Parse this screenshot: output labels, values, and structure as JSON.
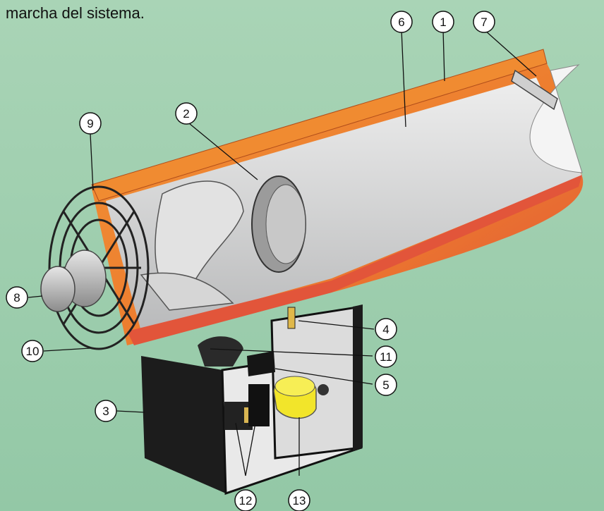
{
  "caption": "marcha del sistema.",
  "callouts": [
    {
      "id": "c1",
      "label": "1"
    },
    {
      "id": "c2",
      "label": "2"
    },
    {
      "id": "c3",
      "label": "3"
    },
    {
      "id": "c4",
      "label": "4"
    },
    {
      "id": "c5",
      "label": "5"
    },
    {
      "id": "c6",
      "label": "6"
    },
    {
      "id": "c7",
      "label": "7"
    },
    {
      "id": "c8",
      "label": "8"
    },
    {
      "id": "c9",
      "label": "9"
    },
    {
      "id": "c10",
      "label": "10"
    },
    {
      "id": "c11",
      "label": "11"
    },
    {
      "id": "c12",
      "label": "12"
    },
    {
      "id": "c13",
      "label": "13"
    }
  ],
  "colors": {
    "background": "#9fcfb0",
    "housing_orange": "#ef8a2e",
    "housing_red": "#e2553a",
    "interior_grey": "#d9dadb",
    "base_black": "#1a1a1a",
    "valve_yellow": "#f2e52a"
  }
}
